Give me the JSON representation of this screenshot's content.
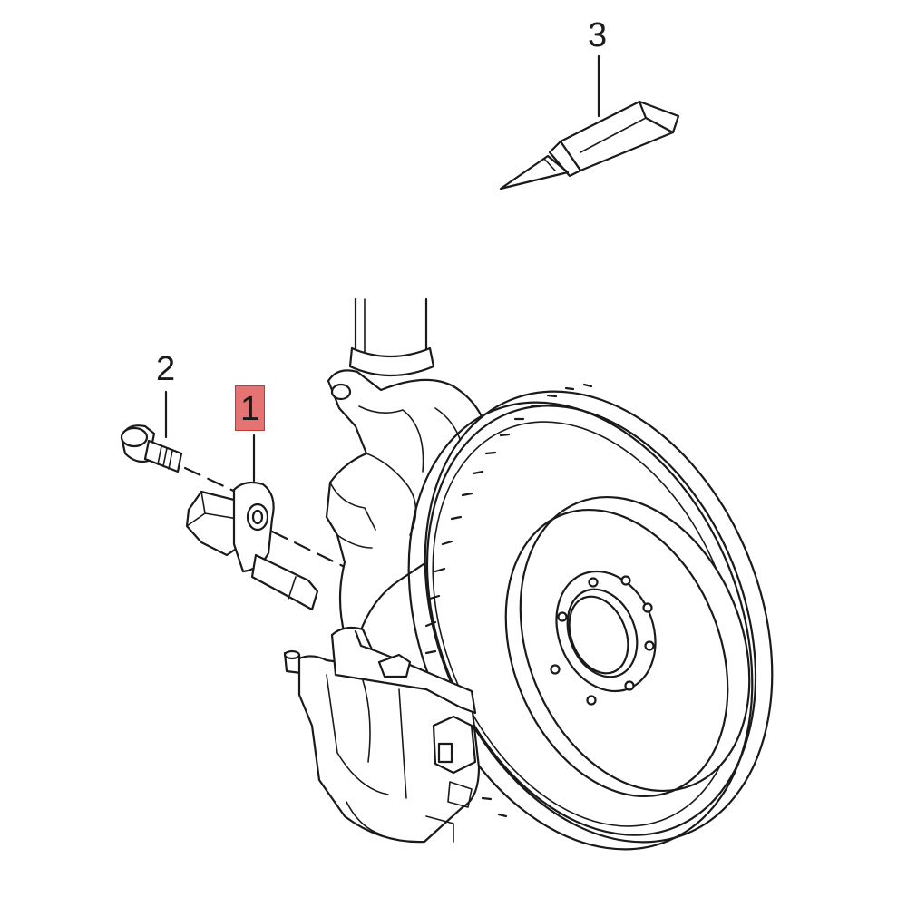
{
  "diagram": {
    "callouts": [
      {
        "id": "1",
        "label": "1",
        "highlighted": true
      },
      {
        "id": "2",
        "label": "2",
        "highlighted": false
      },
      {
        "id": "3",
        "label": "3",
        "highlighted": false
      }
    ],
    "highlight_color": "#e57373"
  }
}
